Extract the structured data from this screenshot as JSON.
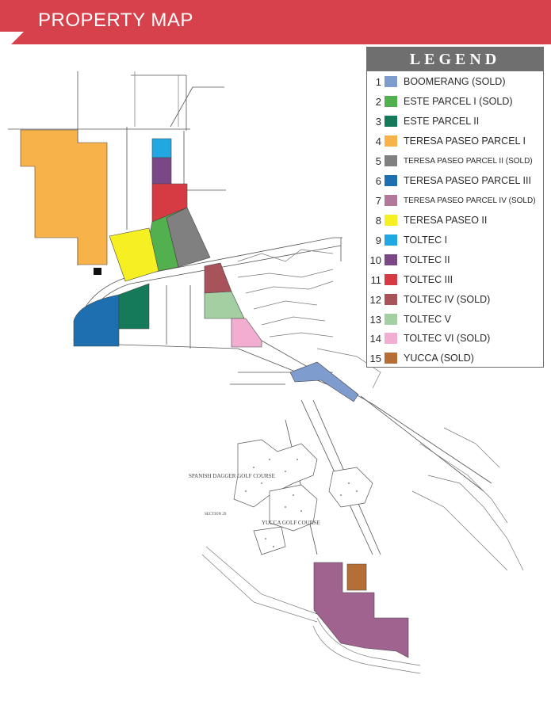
{
  "header": {
    "title": "PROPERTY MAP",
    "color": "#d6414b"
  },
  "legend": {
    "title": "LEGEND",
    "items": [
      {
        "number": "1",
        "label": "BOOMERANG (SOLD)",
        "color": "#7f9ccf"
      },
      {
        "number": "2",
        "label": "ESTE PARCEL I (SOLD)",
        "color": "#53b04e"
      },
      {
        "number": "3",
        "label": "ESTE PARCEL II",
        "color": "#157a5a"
      },
      {
        "number": "4",
        "label": "TERESA PASEO PARCEL I",
        "color": "#f8b24a"
      },
      {
        "number": "5",
        "label": "TERESA PASEO PARCEL II (SOLD)",
        "color": "#808080"
      },
      {
        "number": "6",
        "label": "TERESA PASEO PARCEL III",
        "color": "#1d6fb0"
      },
      {
        "number": "7",
        "label": "TERESA PASEO PARCEL IV (SOLD)",
        "color": "#b2789a"
      },
      {
        "number": "8",
        "label": "TERESA PASEO II",
        "color": "#f6ef22"
      },
      {
        "number": "9",
        "label": "TOLTEC I",
        "color": "#21a7e2"
      },
      {
        "number": "10",
        "label": "TOLTEC II",
        "color": "#7a4787"
      },
      {
        "number": "11",
        "label": "TOLTEC III",
        "color": "#d63a43"
      },
      {
        "number": "12",
        "label": "TOLTEC IV (SOLD)",
        "color": "#a8525a"
      },
      {
        "number": "13",
        "label": "TOLTEC V",
        "color": "#a3cfa3"
      },
      {
        "number": "14",
        "label": "TOLTEC VI (SOLD)",
        "color": "#f2aed0"
      },
      {
        "number": "15",
        "label": "YUCCA  (SOLD)",
        "color": "#b56e36"
      }
    ]
  },
  "map_labels": {
    "golf_course_1": "SPANISH DAGGER GOLF COURSE",
    "golf_course_2": "YUCCA GOLF COURSE",
    "section": "SECTION 29"
  }
}
